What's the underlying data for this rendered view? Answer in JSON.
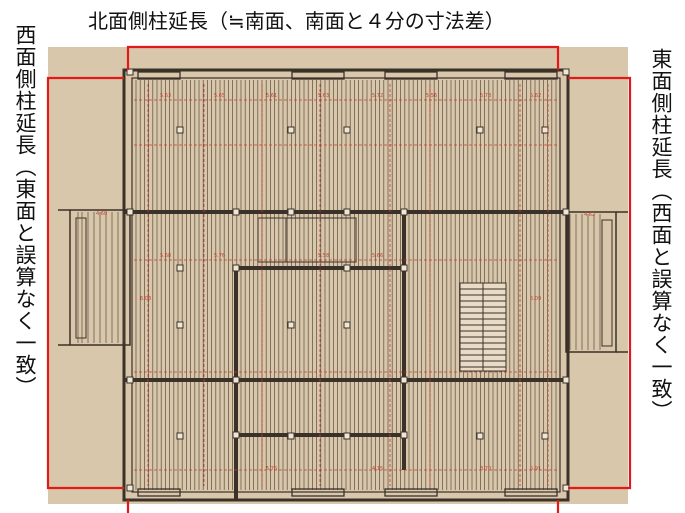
{
  "labels": {
    "north": "北面側柱延長（≒南面、南面と４分の寸法差）",
    "west": "西面側柱延長（東面と誤算なく一致）",
    "east": "東面側柱延長（西面と誤算なく一致）"
  },
  "colors": {
    "paper": "#d9c7ab",
    "line": "#3a3128",
    "dimension": "#c2402f",
    "annotation": "#e01919",
    "label_text": "#111111"
  },
  "plan": {
    "dimension_values": [
      "5.63",
      "5.65",
      "5.61",
      "5.63",
      "5.72",
      "5.56",
      "5.73",
      "5.62",
      "5.68",
      "5.76",
      "5.58",
      "5.66",
      "4.60",
      "4.62",
      "6.08",
      "6.09",
      "5.75",
      "4.15",
      "3.70",
      "5.91"
    ]
  }
}
